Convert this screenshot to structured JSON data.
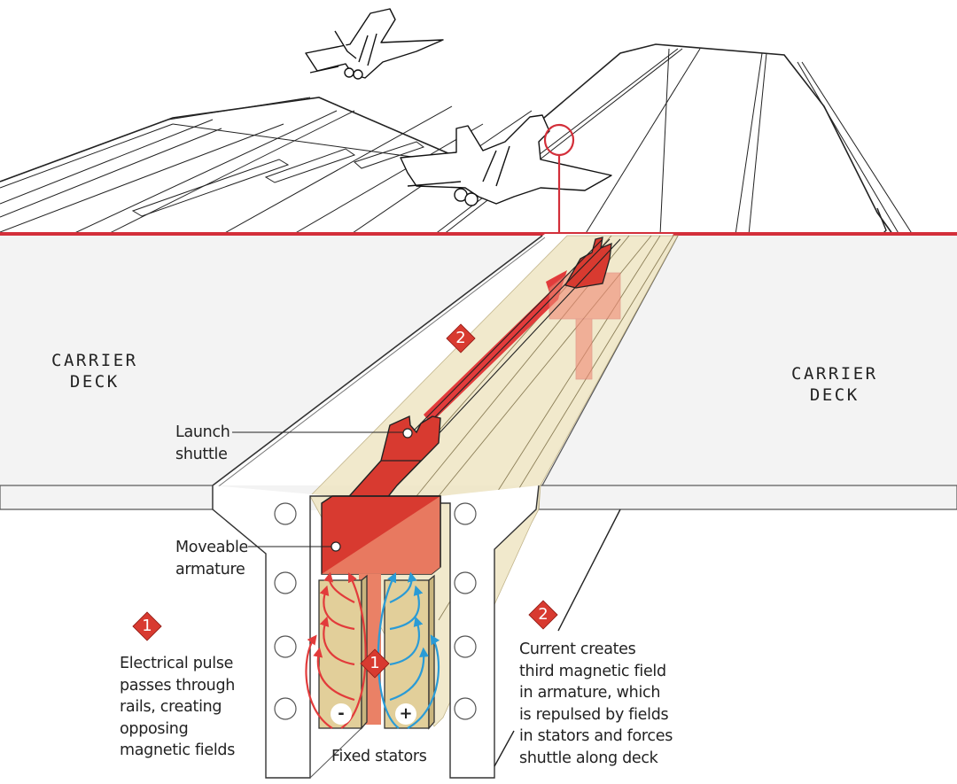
{
  "title": "Electromagnetic aircraft launch system",
  "colors": {
    "accent_red": "#d83a30",
    "divider_red": "#d32f3a",
    "field_red": "#e23b3b",
    "field_blue": "#2a9bd6",
    "stator_tan": "#e2cf9a",
    "beam_cream": "#efe6c4",
    "deck_gray": "#f3f3f3"
  },
  "labels": {
    "carrier_deck_left": "CARRIER\nDECK",
    "carrier_deck_right": "CARRIER\nDECK",
    "launch_shuttle": "Launch\nshuttle",
    "moveable_armature": "Moveable\narmature",
    "fixed_stators": "Fixed stators",
    "stator_negative": "-",
    "stator_positive": "+"
  },
  "steps": [
    {
      "number": "1",
      "text": "Electrical pulse\npasses through\nrails, creating\nopposing\nmagnetic fields"
    },
    {
      "number": "2",
      "text": "Current creates\nthird magnetic field\nin armature, which\nis repulsed by fields\nin stators and forces\nshuttle along deck"
    }
  ],
  "icons": {
    "jet_airborne": "fighter-jet",
    "jet_launching": "fighter-jet",
    "detail_callout": "magnifier-circle"
  }
}
